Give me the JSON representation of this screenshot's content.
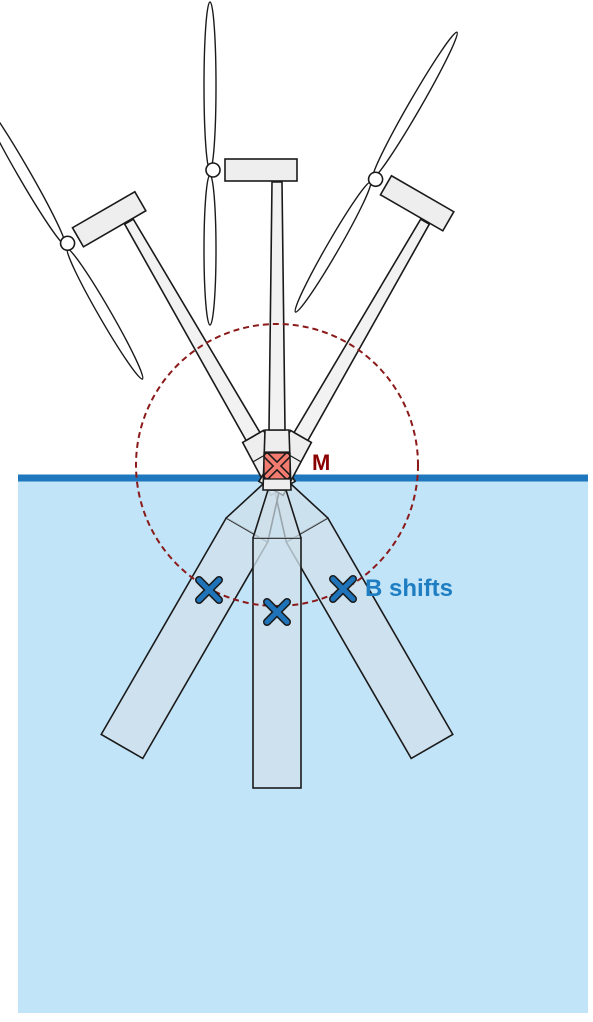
{
  "labels": {
    "metacenter": "M",
    "buoyancy": "B shifts"
  },
  "colors": {
    "water_fill": "#c2e4f8",
    "water_line": "#1f77bd",
    "metacenter_arc": "#8b1a1a",
    "metacenter_label": "#8b0000",
    "metacenter_marker": "#f07b6e",
    "buoyancy_marker": "#1f73b8",
    "buoyancy_label": "#1f7ec2",
    "structure_stroke": "#1a1a1a",
    "structure_fill": "#eeeeee",
    "spar_fill": "#d0e0ea"
  },
  "icons": {
    "metacenter_marker": "x-mark",
    "buoyancy_marker": "x-mark"
  },
  "turbine_tilts_deg": [
    -30,
    0,
    30
  ]
}
